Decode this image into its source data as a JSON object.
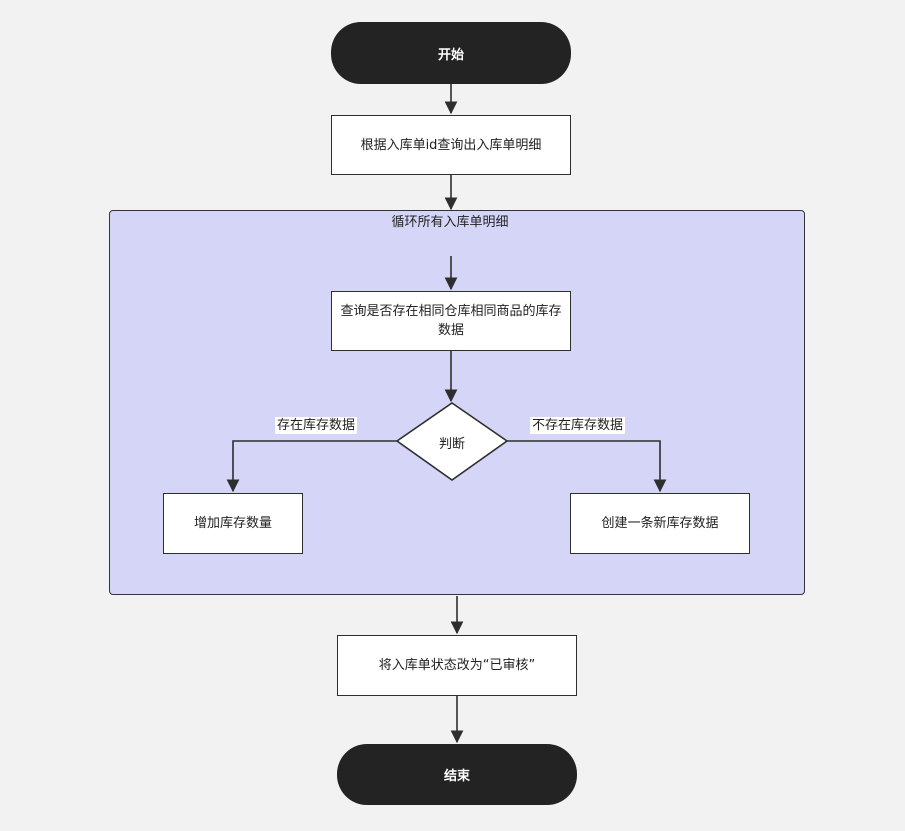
{
  "nodes": {
    "start": "开始",
    "query_details": "根据入库单id查询出入库单明细",
    "loop": "循环所有入库单明细",
    "check_stock": "查询是否存在相同仓库相同商品的库存数据",
    "decision": "判断",
    "increase_stock": "增加库存数量",
    "create_stock": "创建一条新库存数据",
    "update_status": "将入库单状态改为“已审核”",
    "end": "结束"
  },
  "edges": {
    "exists": "存在库存数据",
    "not_exists": "不存在库存数据"
  },
  "colors": {
    "background": "#f2f2f2",
    "terminal": "#232323",
    "loop_fill": "#d5d6f7",
    "stroke": "#2e2e2e"
  }
}
